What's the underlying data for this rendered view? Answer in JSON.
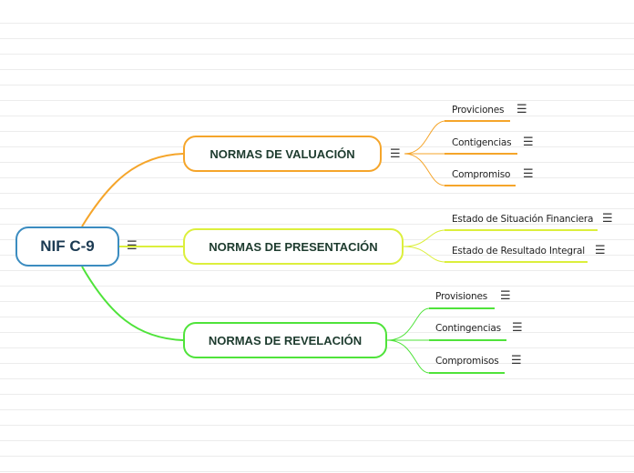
{
  "mindmap": {
    "root": {
      "label": "NIF C-9"
    },
    "branches": [
      {
        "label": "NORMAS DE VALUACIÓN",
        "color": "#f5a52a",
        "children": [
          "Proviciones",
          "Contigencias",
          "Compromiso"
        ]
      },
      {
        "label": "NORMAS DE PRESENTACIÓN",
        "color": "#dcef3c",
        "children": [
          "Estado de Situación Financiera",
          "Estado de Resultado Integral"
        ]
      },
      {
        "label": "NORMAS DE REVELACIÓN",
        "color": "#4fe33a",
        "children": [
          "Provisiones",
          "Contingencias",
          "Compromisos"
        ]
      }
    ],
    "menu_icon": "hamburger-menu-icon",
    "menu_glyph": "☰"
  }
}
